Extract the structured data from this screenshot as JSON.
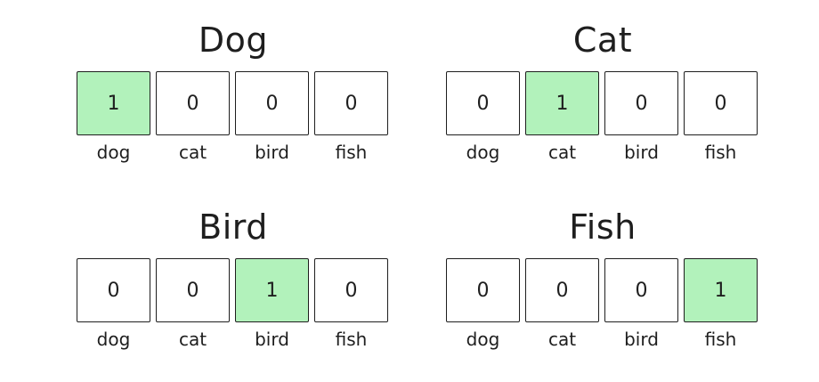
{
  "panels": [
    {
      "title": "Dog",
      "values": [
        "1",
        "0",
        "0",
        "0"
      ],
      "labels": [
        "dog",
        "cat",
        "bird",
        "fish"
      ]
    },
    {
      "title": "Cat",
      "values": [
        "0",
        "1",
        "0",
        "0"
      ],
      "labels": [
        "dog",
        "cat",
        "bird",
        "fish"
      ]
    },
    {
      "title": "Bird",
      "values": [
        "0",
        "0",
        "1",
        "0"
      ],
      "labels": [
        "dog",
        "cat",
        "bird",
        "fish"
      ]
    },
    {
      "title": "Fish",
      "values": [
        "0",
        "0",
        "0",
        "1"
      ],
      "labels": [
        "dog",
        "cat",
        "bird",
        "fish"
      ]
    }
  ],
  "colors": {
    "hot_cell": "#b2f2bb",
    "cold_cell": "#ffffff",
    "stroke": "#1e1e1e"
  }
}
